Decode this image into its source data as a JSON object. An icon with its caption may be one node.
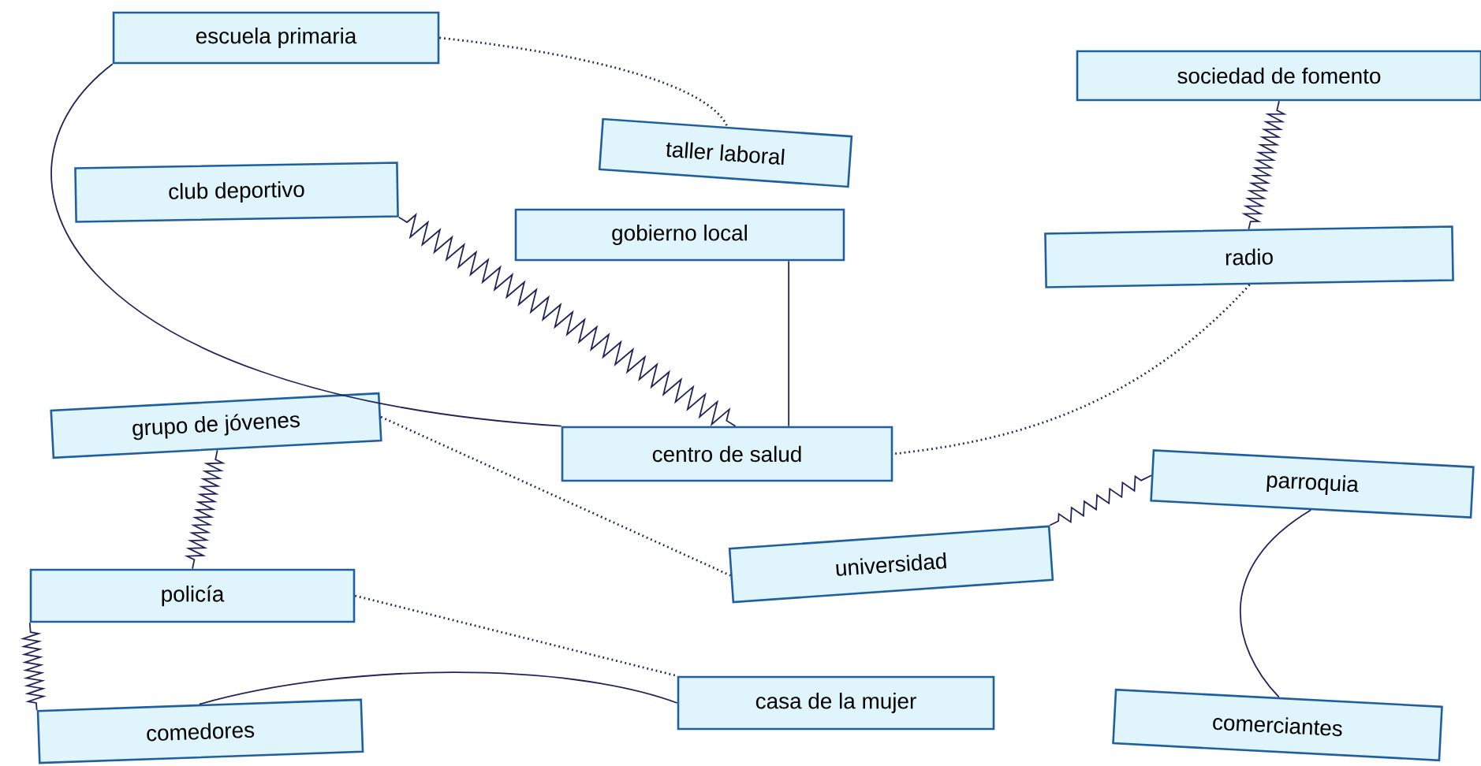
{
  "diagram": {
    "nodes": [
      {
        "text": [
          "escuela primaria"
        ]
      },
      {
        "text": [
          "sociedad de fomento"
        ]
      },
      {
        "text": [
          "taller laboral"
        ]
      },
      {
        "text": [
          "club deportivo"
        ]
      },
      {
        "text": [
          "gobierno local"
        ]
      },
      {
        "text": [
          "radio"
        ]
      },
      {
        "text": [
          "grupo de jóvenes"
        ]
      },
      {
        "text": [
          "centro de salud"
        ]
      },
      {
        "text": [
          "parroquia"
        ]
      },
      {
        "text": [
          "universidad"
        ]
      },
      {
        "text": [
          "policía"
        ]
      },
      {
        "text": [
          "casa de la mujer"
        ]
      },
      {
        "text": [
          "comedores"
        ]
      },
      {
        "text": [
          "comerciantes"
        ]
      }
    ],
    "edges": [
      {
        "from": 0,
        "to": 2,
        "arrow": "none",
        "style": "dashed"
      },
      {
        "from": 0,
        "to": 7,
        "arrow": "none"
      },
      {
        "from": 3,
        "to": 7,
        "arrow": "none"
      },
      {
        "from": 4,
        "to": 7,
        "arrow": "none"
      },
      {
        "from": 1,
        "to": 5,
        "arrow": "none"
      },
      {
        "from": 5,
        "to": 7,
        "arrow": "none",
        "style": "dashed"
      },
      {
        "from": 6,
        "to": 9,
        "arrow": "none",
        "style": "dashed"
      },
      {
        "from": 6,
        "to": 10,
        "arrow": "none"
      },
      {
        "from": 9,
        "to": 8,
        "arrow": "none"
      },
      {
        "from": 8,
        "to": 13,
        "arrow": "none"
      },
      {
        "from": 10,
        "to": 11,
        "arrow": "none",
        "style": "dashed"
      },
      {
        "from": 10,
        "to": 12,
        "arrow": "none"
      },
      {
        "from": 12,
        "to": 11,
        "arrow": "none"
      }
    ]
  }
}
